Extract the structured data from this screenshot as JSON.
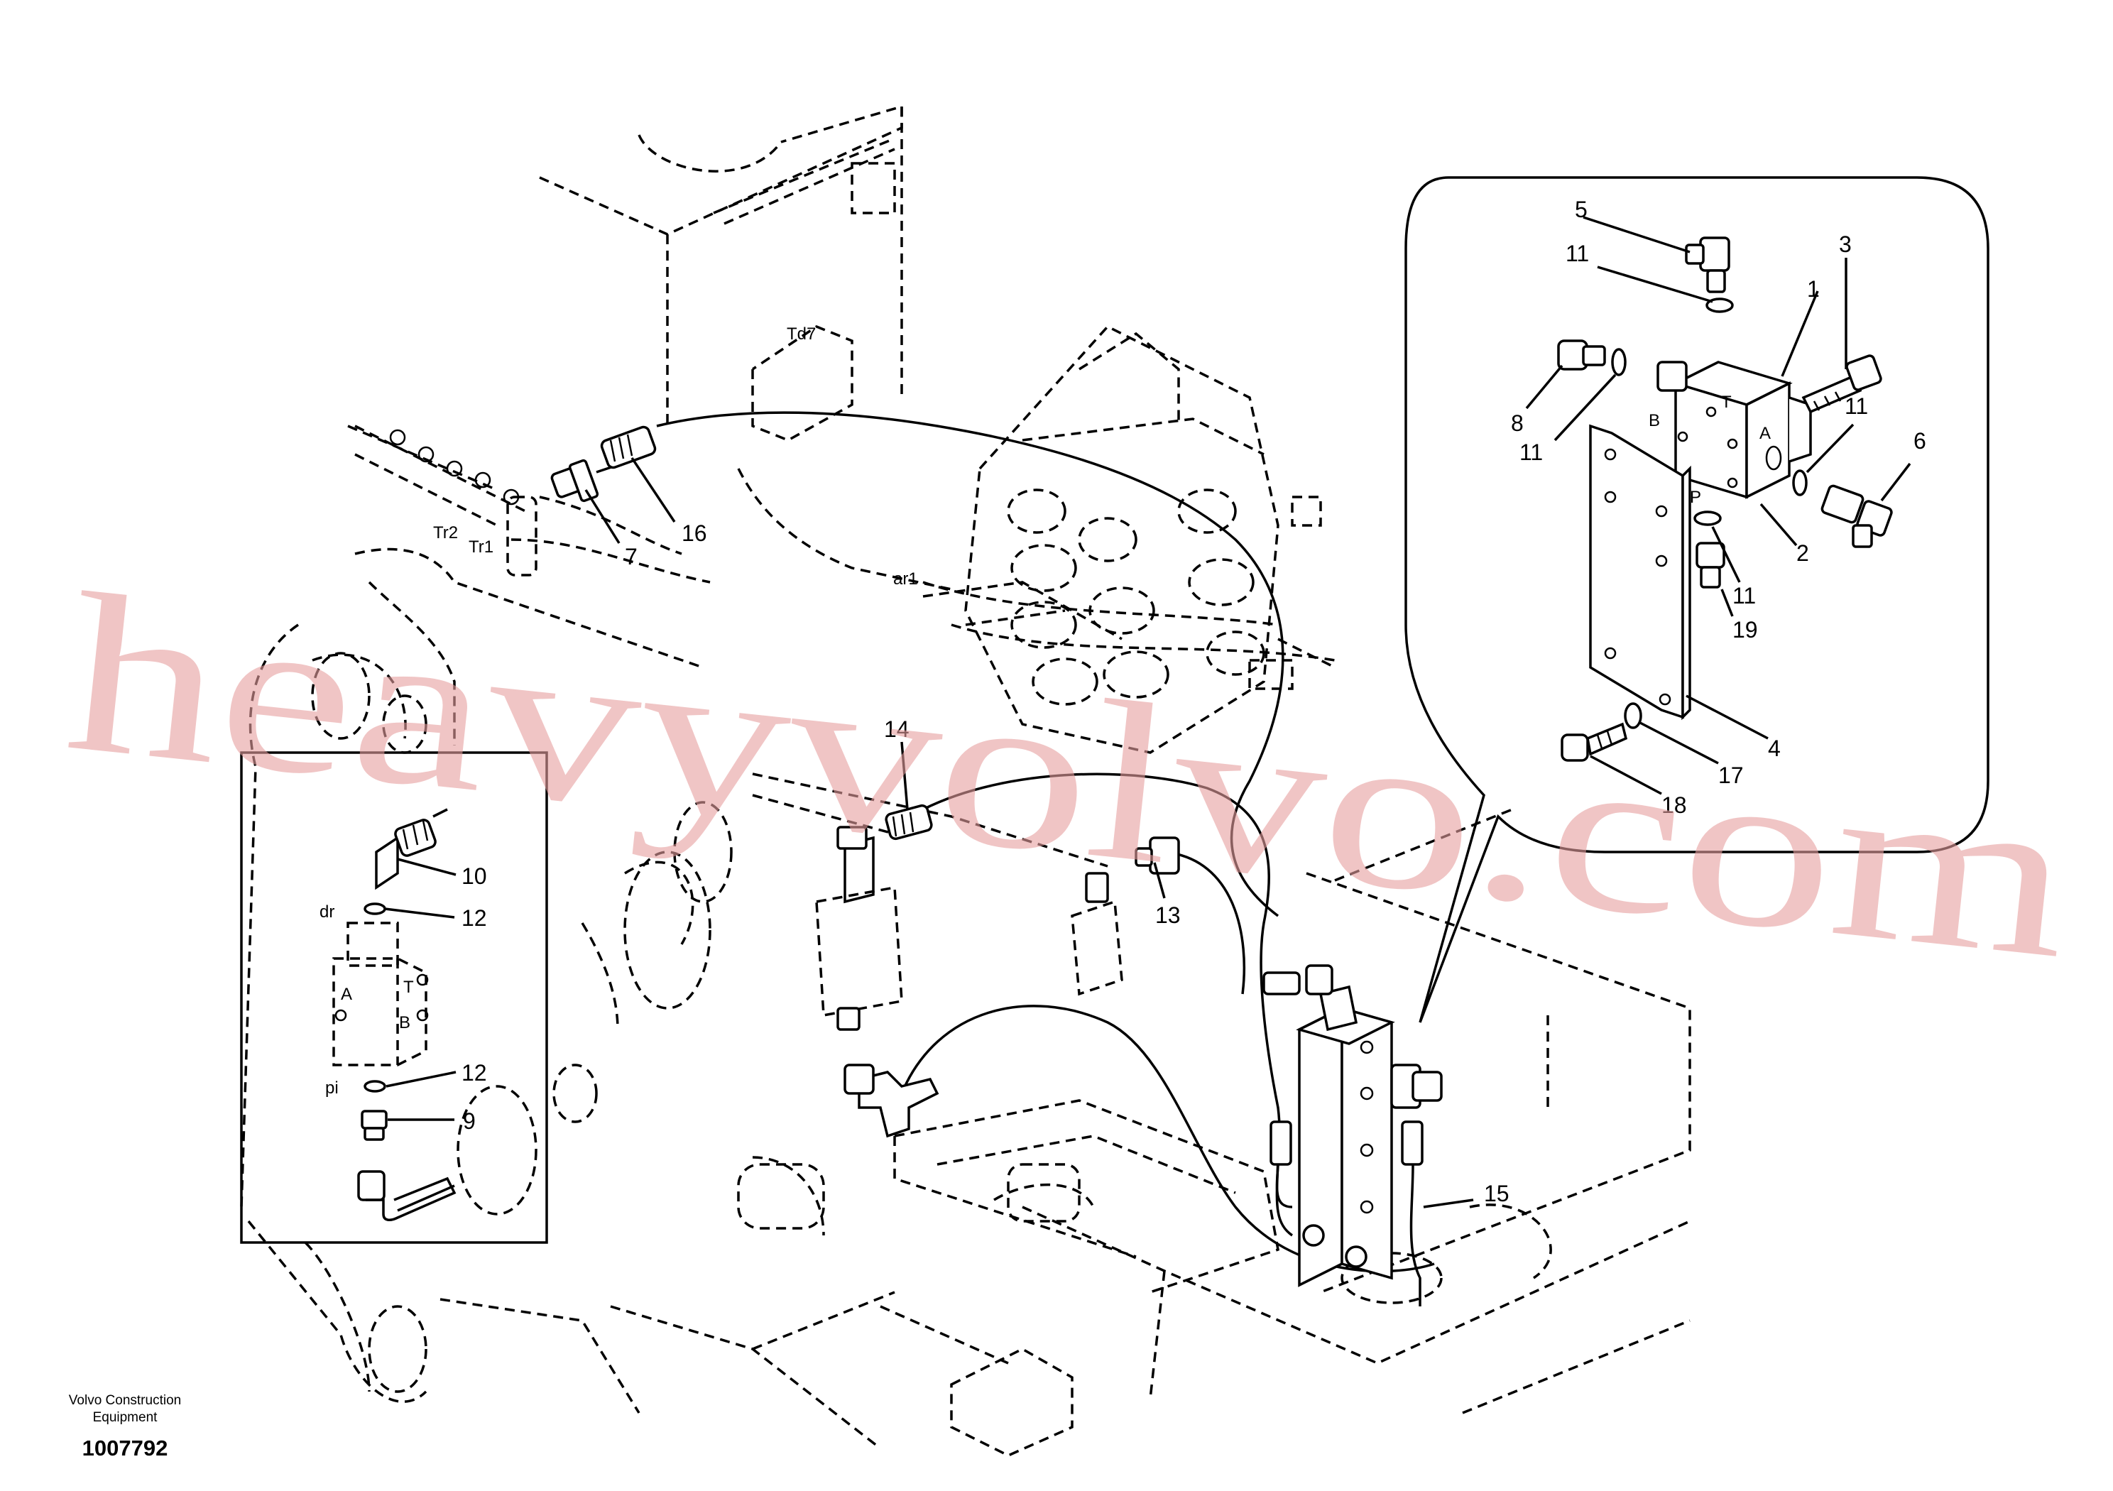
{
  "watermark": "heavyvolvo.com",
  "credit": {
    "line1": "Volvo Construction",
    "line2": "Equipment",
    "docnum": "1007792"
  },
  "callouts": {
    "c1": "1",
    "c2": "2",
    "c3": "3",
    "c4": "4",
    "c5": "5",
    "c6": "6",
    "c7": "7",
    "c8": "8",
    "c9": "9",
    "c10": "10",
    "c11a": "11",
    "c11b": "11",
    "c11c": "11",
    "c11d": "11",
    "c12a": "12",
    "c12b": "12",
    "c13": "13",
    "c14": "14",
    "c15": "15",
    "c16": "16",
    "c17": "17",
    "c18": "18",
    "c19": "19"
  },
  "ports": {
    "td7": "Td7",
    "tr2": "Tr2",
    "tr1": "Tr1",
    "ar1": "ar1",
    "dr": "dr",
    "pi": "pi",
    "inset_a": "A",
    "inset_t": "T",
    "inset_b": "B",
    "detail_b": "B",
    "detail_t": "T",
    "detail_a": "A",
    "detail_p": "P"
  }
}
